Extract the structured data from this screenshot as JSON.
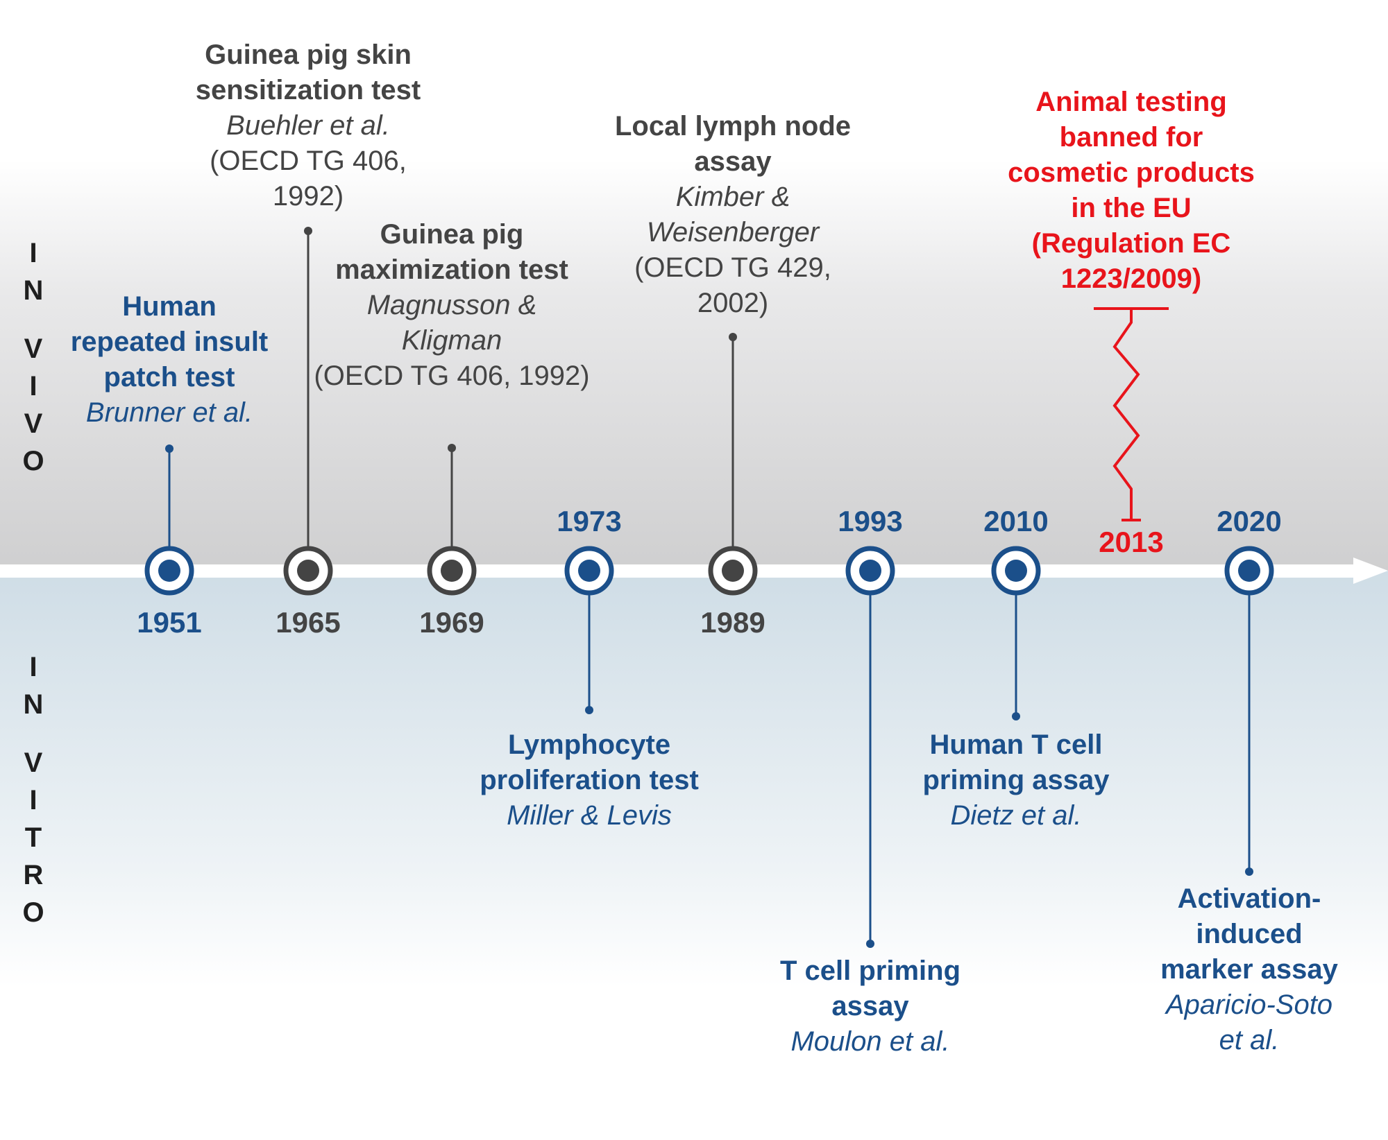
{
  "sidebar": {
    "in_vivo_letters": [
      "I",
      "N",
      "",
      "V",
      "I",
      "V",
      "O"
    ],
    "in_vitro_letters": [
      "I",
      "N",
      "",
      "V",
      "I",
      "T",
      "R",
      "O"
    ]
  },
  "colors": {
    "blue": "#1b4f8a",
    "gray": "#444444",
    "red": "#e8141b"
  },
  "years": {
    "y1951": "1951",
    "y1965": "1965",
    "y1969": "1969",
    "y1973": "1973",
    "y1989": "1989",
    "y1993": "1993",
    "y2010": "2010",
    "y2013": "2013",
    "y2020": "2020"
  },
  "events": {
    "hript": {
      "title": [
        "Human",
        "repeated insult",
        "patch test"
      ],
      "citation": "Brunner et al."
    },
    "gpst": {
      "title": [
        "Guinea pig skin",
        "sensitization test"
      ],
      "citation": "Buehler et al.",
      "oecd": [
        "(OECD TG 406,",
        "1992)"
      ]
    },
    "gpmt": {
      "title": [
        "Guinea pig",
        "maximization test"
      ],
      "citation": [
        "Magnusson &",
        "Kligman"
      ],
      "oecd": "(OECD TG 406, 1992)"
    },
    "lpt": {
      "title": [
        "Lymphocyte",
        "proliferation test"
      ],
      "citation": "Miller & Levis"
    },
    "llna": {
      "title": [
        "Local lymph node",
        "assay"
      ],
      "citation": [
        "Kimber &",
        "Weisenberger"
      ],
      "oecd": [
        "(OECD TG 429,",
        "2002)"
      ]
    },
    "tcpa": {
      "title": [
        "T cell priming",
        "assay"
      ],
      "citation": "Moulon et al."
    },
    "htcpa": {
      "title": [
        "Human T cell",
        "priming assay"
      ],
      "citation": "Dietz et al."
    },
    "ban": {
      "title": [
        "Animal testing",
        "banned for",
        "cosmetic products",
        "in the EU",
        "(Regulation EC",
        "1223/2009)"
      ]
    },
    "aim": {
      "title": [
        "Activation-",
        "induced",
        "marker assay"
      ],
      "citation": [
        "Aparicio-Soto",
        "et al."
      ]
    }
  }
}
